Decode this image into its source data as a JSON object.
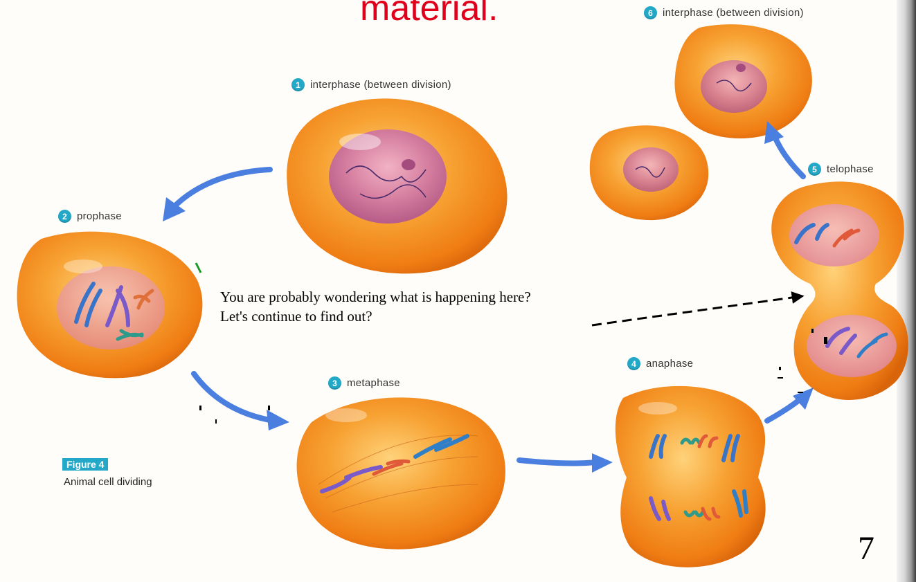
{
  "title_fragment": "material.",
  "stages": {
    "interphase_top": {
      "number": "6",
      "label": "interphase (between division)"
    },
    "interphase_start": {
      "number": "1",
      "label": "interphase (between division)"
    },
    "prophase": {
      "number": "2",
      "label": "prophase"
    },
    "metaphase": {
      "number": "3",
      "label": "metaphase"
    },
    "anaphase": {
      "number": "4",
      "label": "anaphase"
    },
    "telophase": {
      "number": "5",
      "label": "telophase"
    }
  },
  "annotation": {
    "line1": "You are probably wondering what is happening here?",
    "line2": "Let's continue to find out?"
  },
  "figure": {
    "badge": "Figure 4",
    "caption": "Animal cell dividing"
  },
  "page_number": "7",
  "colors": {
    "title": "#e0001b",
    "cell_orange": "#f28a1c",
    "nucleus": "#c86a9a",
    "arrow_blue": "#4a7fe0",
    "badge_teal": "#23a8c8"
  }
}
